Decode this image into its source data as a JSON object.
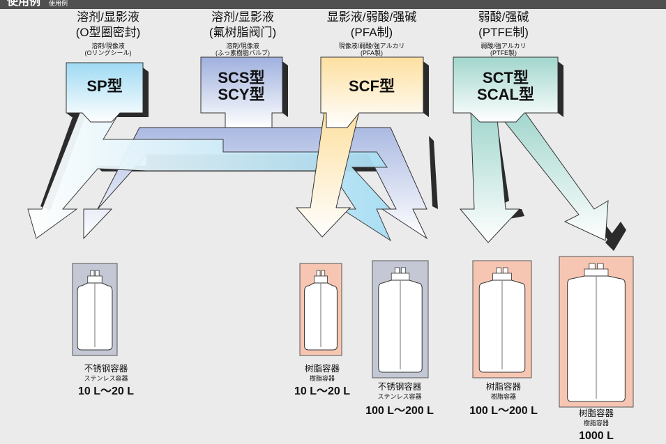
{
  "header": {
    "title": "使用例",
    "subtitle": "使用例"
  },
  "sources": [
    {
      "cn": "溶剂/显影液",
      "cn2": "(O型圈密封)",
      "jp": "溶剤/現像液",
      "jp2": "(Oリングシール)",
      "label": "SP型",
      "color": "#a8def4"
    },
    {
      "cn": "溶剂/显影液",
      "cn2": "(氟树脂阀门)",
      "jp": "溶剤/現像液",
      "jp2": "(ふっ素樹脂バルブ)",
      "label": "SCS型\nSCY型",
      "color": "#a8b6e0"
    },
    {
      "cn": "显影液/弱酸/强碱",
      "cn2": "(PFA制)",
      "jp": "現像液/弱酸/強アルカリ",
      "jp2": "(PFA製)",
      "label": "SCF型",
      "color": "#fde3a2"
    },
    {
      "cn": "弱酸/强碱",
      "cn2": "(PTFE制)",
      "jp": "弱酸/強アルカリ",
      "jp2": "(PTFE製)",
      "label": "SCT型\nSCAL型",
      "color": "#a6d8cf"
    }
  ],
  "containers": [
    {
      "cn": "不锈钢容器",
      "jp": "ステンレス容器",
      "size": "10 L～20 L",
      "bg": "#c3c8d4"
    },
    {
      "cn": "树脂容器",
      "jp": "樹脂容器",
      "size": "10 L～20 L",
      "bg": "#f7c6b3"
    },
    {
      "cn": "不锈钢容器",
      "jp": "ステンレス容器",
      "size": "100 L～200 L",
      "bg": "#c3c8d4"
    },
    {
      "cn": "树脂容器",
      "jp": "樹脂容器",
      "size": "100 L～200 L",
      "bg": "#f7c6b3"
    },
    {
      "cn": "树脂容器",
      "jp": "樹脂容器",
      "size": "1000 L",
      "bg": "#f7c6b3"
    }
  ]
}
